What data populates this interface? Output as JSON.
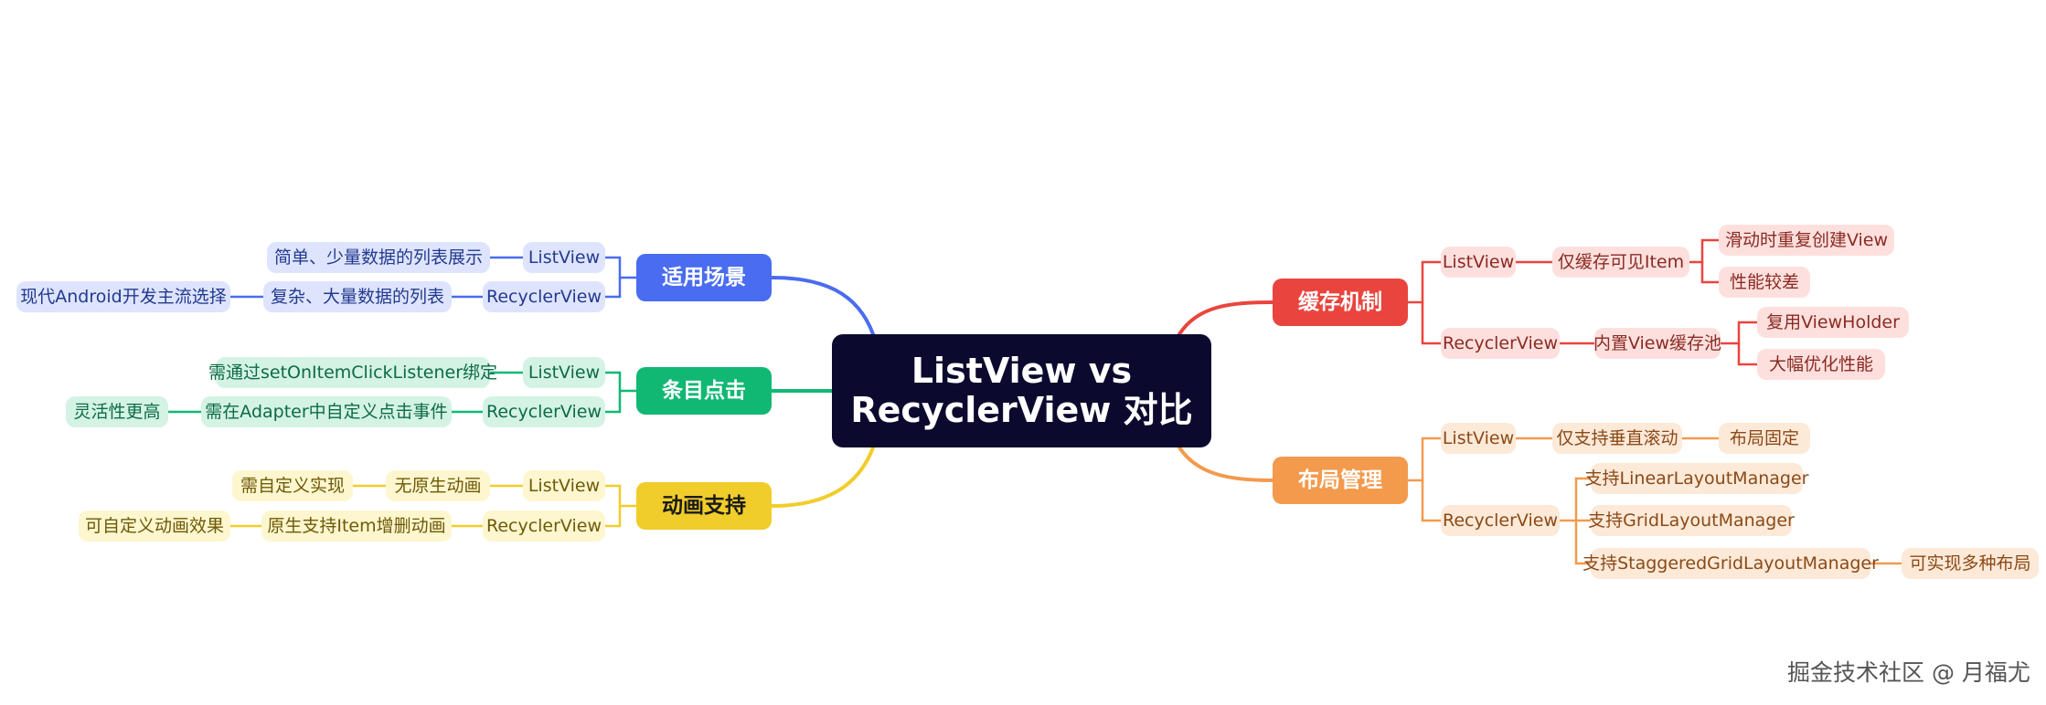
{
  "center": {
    "line1": "ListView vs",
    "line2": "RecyclerView 对比"
  },
  "branches": {
    "cache": {
      "label": "缓存机制",
      "color": "#e9453e",
      "tint": "#fde0dd",
      "text": "#8a2a24",
      "listview": "ListView",
      "listview_cache": "仅缓存可见Item",
      "listview_notes": [
        "滑动时重复创建View",
        "性能较差"
      ],
      "recyclerview": "RecyclerView",
      "recyclerview_cache": "内置View缓存池",
      "recyclerview_notes": [
        "复用ViewHolder",
        "大幅优化性能"
      ]
    },
    "layout": {
      "label": "布局管理",
      "color": "#f39a4d",
      "tint": "#fde9d8",
      "text": "#8a4a17",
      "listview": "ListView",
      "listview_scroll": "仅支持垂直滚动",
      "listview_fixed": "布局固定",
      "recyclerview": "RecyclerView",
      "managers": [
        "支持LinearLayoutManager",
        "支持GridLayoutManager",
        "支持StaggeredGridLayoutManager"
      ],
      "staggered_note": "可实现多种布局"
    },
    "scenario": {
      "label": "适用场景",
      "color": "#4a6cf0",
      "tint": "#dee4fd",
      "text": "#233a8f",
      "listview": "ListView",
      "listview_use": "简单、少量数据的列表展示",
      "recyclerview": "RecyclerView",
      "recyclerview_use": "复杂、大量数据的列表",
      "recyclerview_note": "现代Android开发主流选择"
    },
    "click": {
      "label": "条目点击",
      "color": "#11b874",
      "tint": "#d4f3e5",
      "text": "#0d6b45",
      "listview": "ListView",
      "listview_click": "需通过setOnItemClickListener绑定",
      "recyclerview": "RecyclerView",
      "recyclerview_click": "需在Adapter中自定义点击事件",
      "recyclerview_note": "灵活性更高"
    },
    "animation": {
      "label": "动画支持",
      "color": "#f0cd2a",
      "tint": "#fdf6cf",
      "text": "#6e5a06",
      "listview": "ListView",
      "listview_anim": "无原生动画",
      "listview_note": "需自定义实现",
      "recyclerview": "RecyclerView",
      "recyclerview_anim": "原生支持Item增删动画",
      "recyclerview_note": "可自定义动画效果"
    }
  },
  "watermark": "掘金技术社区 @ 月福尤"
}
